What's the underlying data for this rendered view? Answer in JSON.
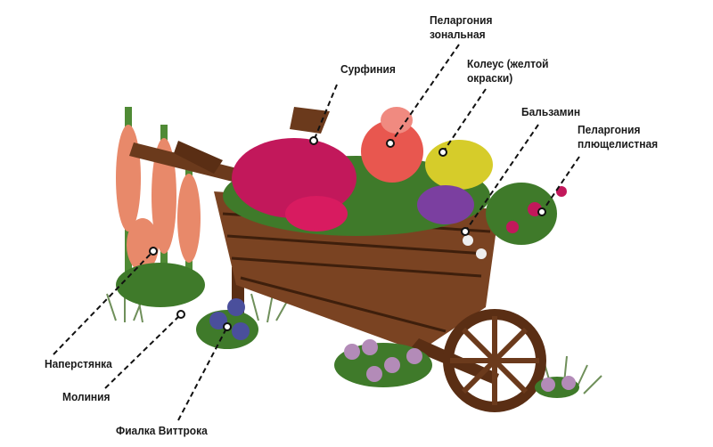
{
  "labels": {
    "surfinia": "Сурфиния",
    "pelargonium_zonal": "Пеларгония\nзональная",
    "coleus": "Колеус (желтой\nокраски)",
    "balsam": "Бальзамин",
    "pelargonium_ivy": "Пеларгония\nплющелистная",
    "foxglove": "Наперстянка",
    "molinia": "Молиния",
    "viola": "Фиалка Виттрока"
  },
  "colors": {
    "wood": "#6b3a1c",
    "wood_dark": "#3e1f0c",
    "surfinia": "#c2185b",
    "pelargonium": "#e8574f",
    "coleus": "#d6cc2a",
    "balsam": "#7b3fa0",
    "foxglove": "#e8896a",
    "leaf": "#3f7a2a",
    "viola": "#4a4f9c"
  }
}
